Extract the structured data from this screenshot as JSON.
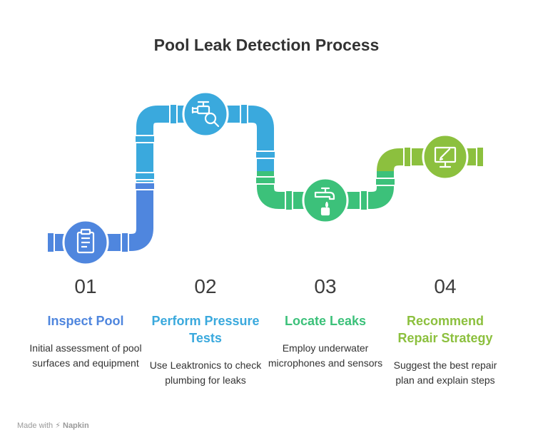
{
  "title": "Pool Leak Detection Process",
  "colors": {
    "blue": "#4f86de",
    "cyan": "#3aa9dd",
    "green": "#3cc17a",
    "lime": "#8cc03e",
    "title": "#333333"
  },
  "steps": [
    {
      "number": "01",
      "title": "Inspect Pool",
      "description": "Initial assessment of pool surfaces and equipment",
      "icon": "clipboard-icon",
      "color": "#4f86de"
    },
    {
      "number": "02",
      "title": "Perform Pressure Tests",
      "description": "Use Leaktronics to check plumbing for leaks",
      "icon": "valve-search-icon",
      "color": "#3aa9dd"
    },
    {
      "number": "03",
      "title": "Locate Leaks",
      "description": "Employ underwater microphones and sensors",
      "icon": "faucet-leak-icon",
      "color": "#3cc17a"
    },
    {
      "number": "04",
      "title": "Recommend Repair Strategy",
      "description": "Suggest the best repair plan and explain steps",
      "icon": "monitor-edit-icon",
      "color": "#8cc03e"
    }
  ],
  "footer": {
    "made_with": "Made with",
    "brand": "Napkin"
  }
}
